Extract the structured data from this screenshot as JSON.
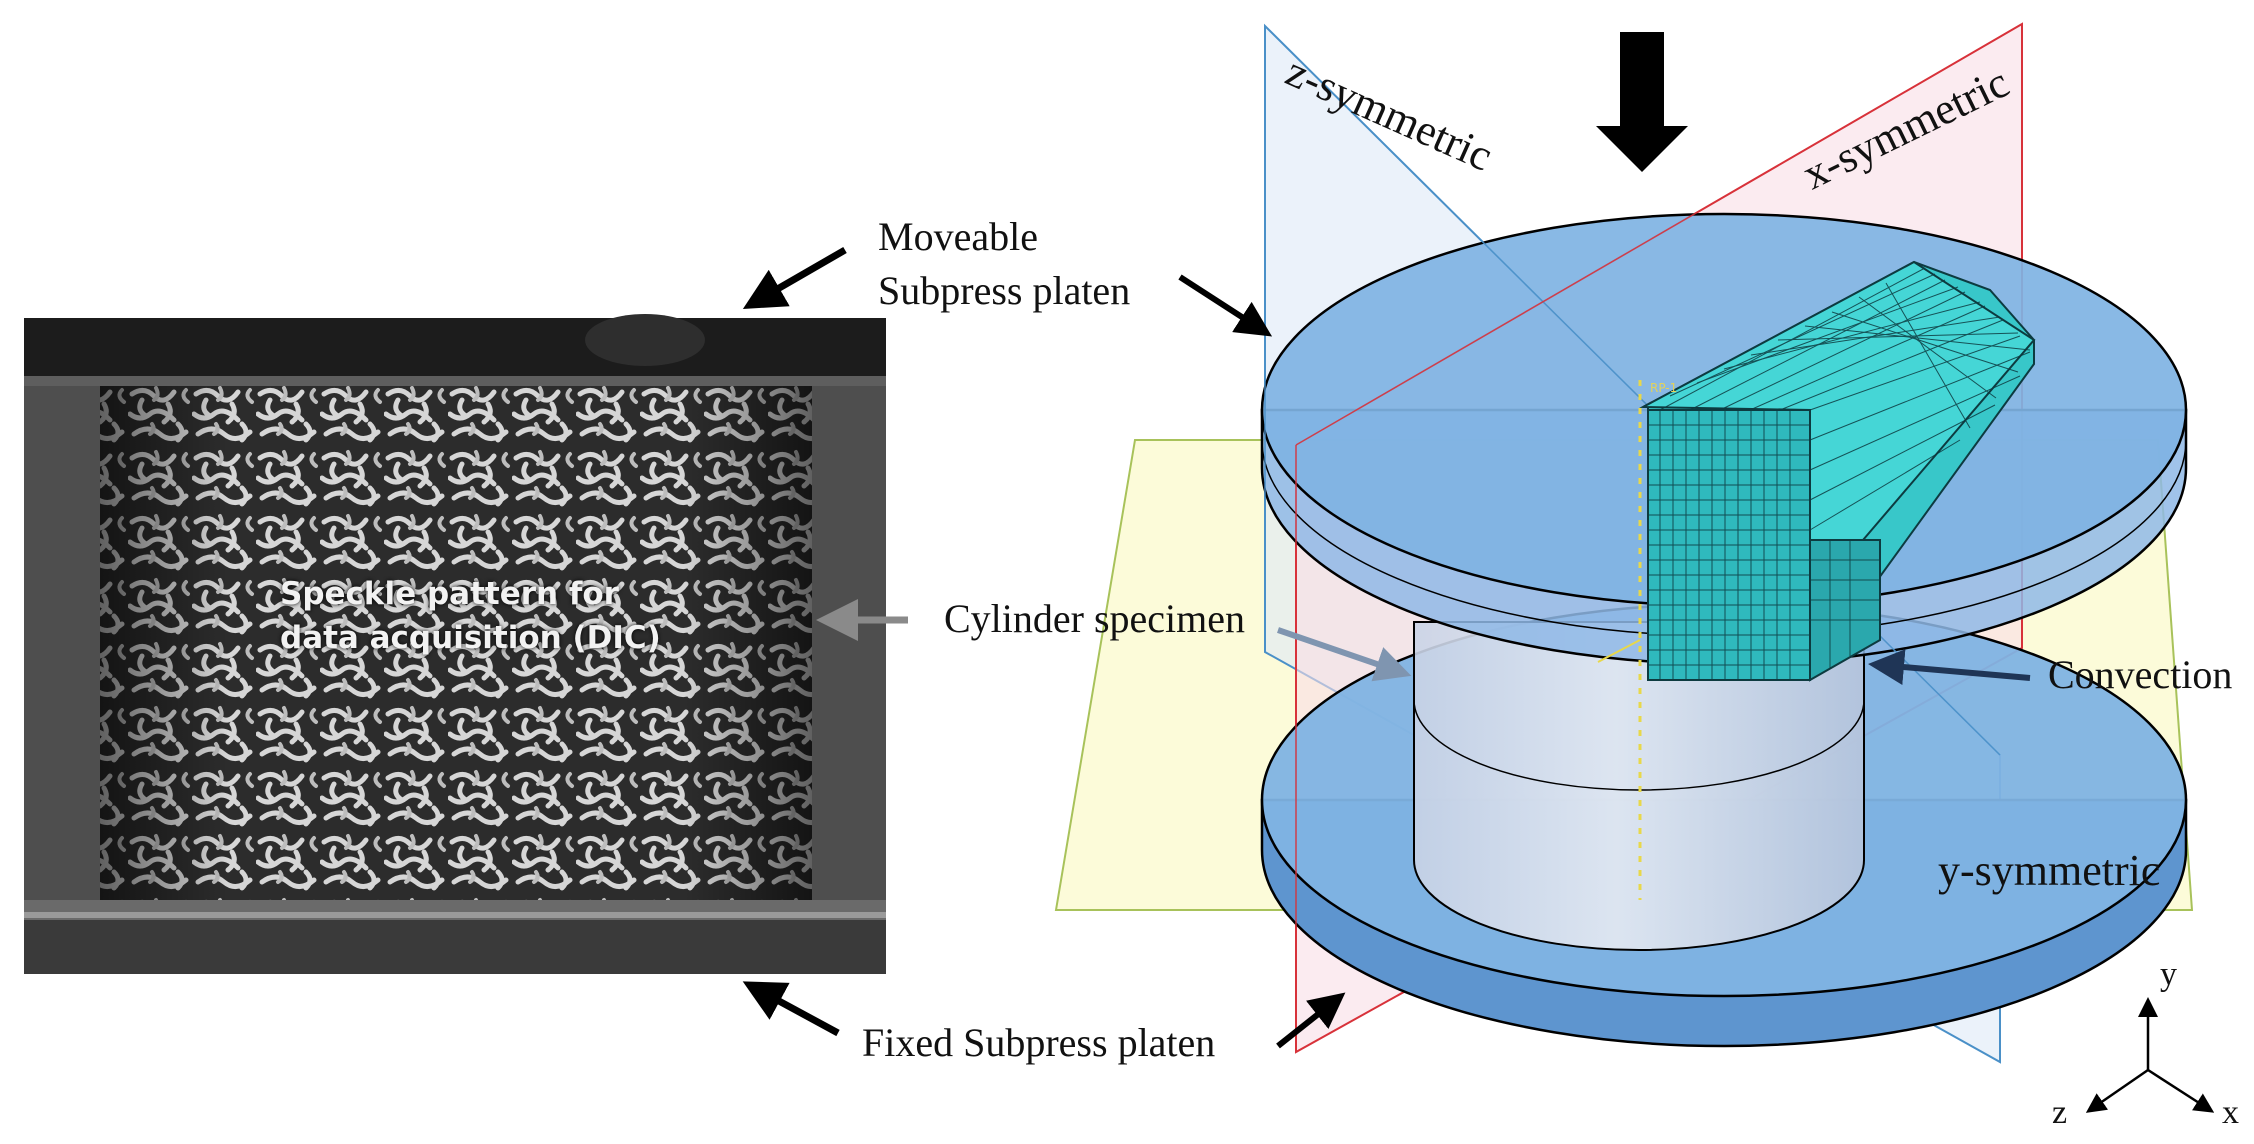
{
  "photo": {
    "caption_line1": "Speckle pattern for",
    "caption_line2": "data acquisition (DIC)"
  },
  "labels": {
    "moveable_line1": "Moveable",
    "moveable_line2": "Subpress platen",
    "fixed": "Fixed Subpress platen",
    "cylinder": "Cylinder specimen",
    "convection": "Convection"
  },
  "planes": {
    "z": "z-symmetric",
    "x": "x-symmetric",
    "y": "y-symmetric"
  },
  "axes": {
    "y": "y",
    "z": "z",
    "x": "x"
  },
  "reference_point": "RP-1",
  "colors": {
    "z_plane": "#4a90c8",
    "x_plane": "#d8323a",
    "y_plane": "#9fc04a",
    "platen": "#6fa8dc",
    "mesh": "#3fd0d0",
    "load_arrow": "#000000"
  }
}
